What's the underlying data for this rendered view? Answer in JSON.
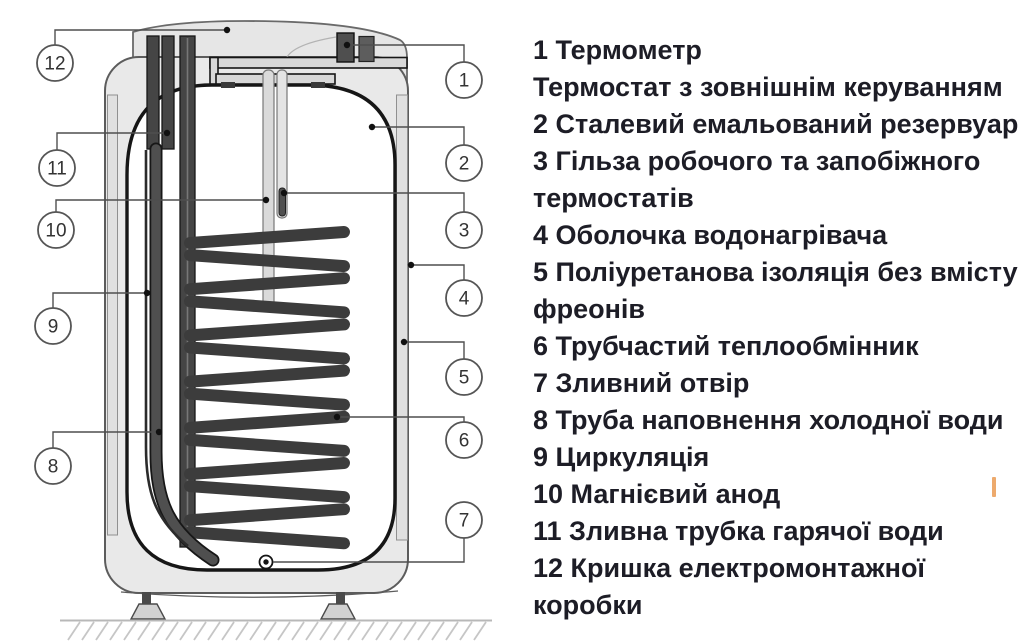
{
  "legend": {
    "lines": [
      "1 Термометр",
      "Термостат з зовнішнім керуванням",
      "2 Сталевий емальований резервуар",
      "3 Гільза робочого та запобіжного",
      "термостатів",
      "4 Оболочка водонагрівача",
      "5 Поліуретанова ізоляція без вмісту",
      "фреонів",
      "6 Трубчастий теплообмінник",
      "7 Зливний отвір",
      "8 Труба наповнення холодної води",
      "9 Циркуляція",
      "10 Магнієвий анод",
      "11 Зливна трубка гарячої води",
      "12 Кришка електромонтажної",
      "коробки"
    ]
  },
  "diagram": {
    "callout_labels": {
      "left": [
        "12",
        "11",
        "10",
        "9",
        "8"
      ],
      "right": [
        "1",
        "2",
        "3",
        "4",
        "5",
        "6",
        "7"
      ]
    }
  },
  "colors": {
    "caret": "#edaa6d",
    "casing_fill": "#e9e9e9",
    "tank_stroke": "#161616",
    "pipe_fill": "#454545"
  }
}
